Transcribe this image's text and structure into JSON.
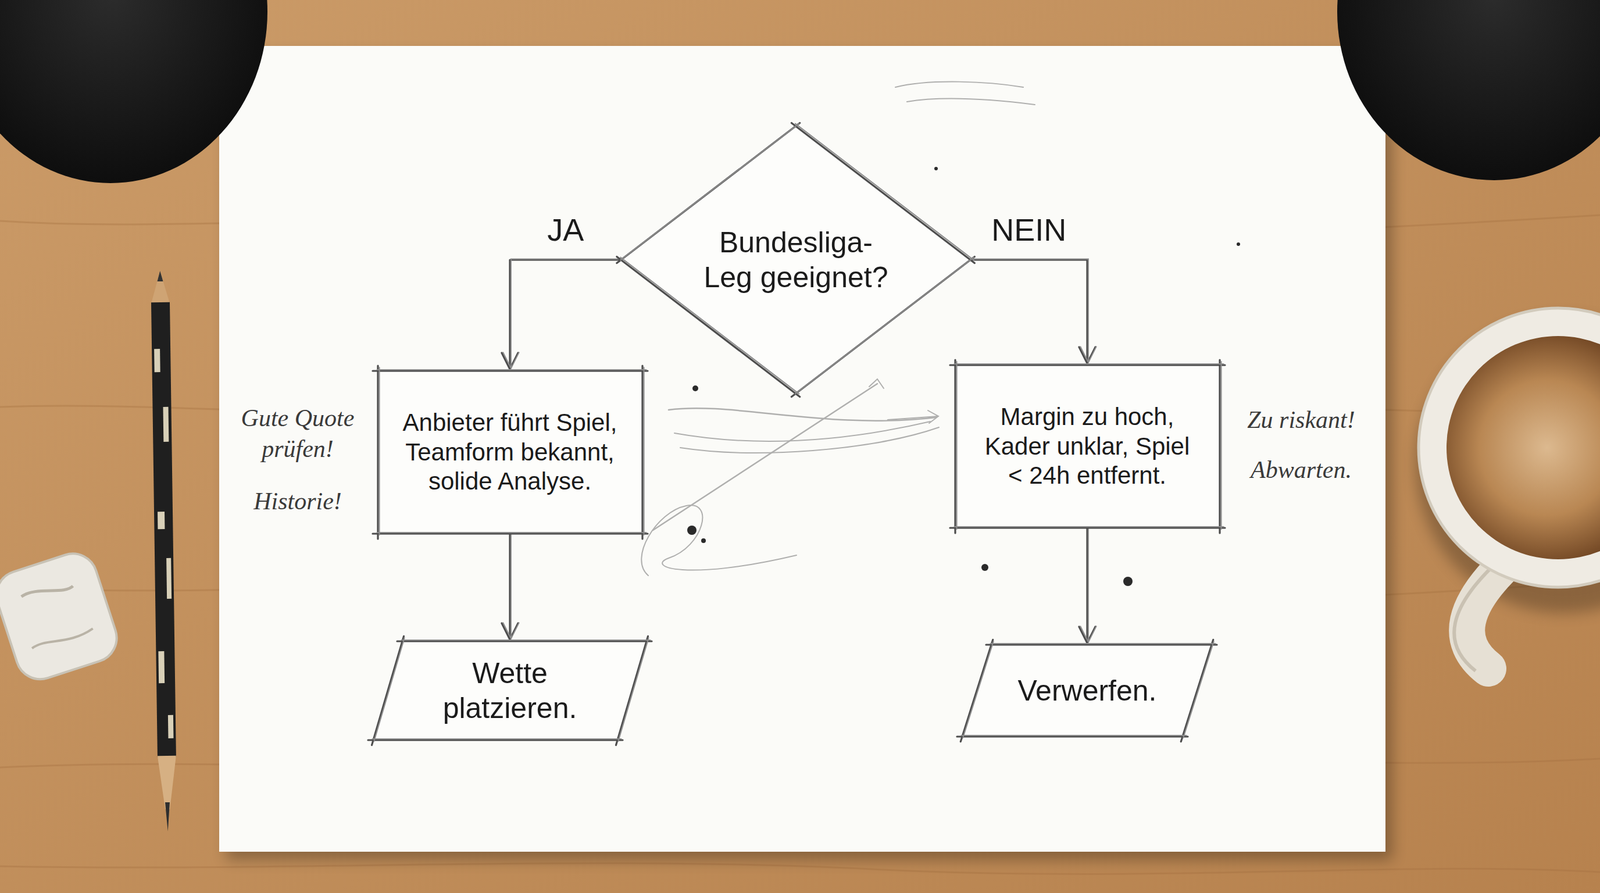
{
  "diagram": {
    "nodes": [
      {
        "text": [
          "Bundesliga-Leg geeignet?"
        ]
      },
      {
        "text": [
          "Anbieter führt Spiel, Teamform bekannt, solide Analyse."
        ]
      },
      {
        "text": [
          "Margin zu hoch, Kader unklar, Spiel < 24h entfernt."
        ]
      },
      {
        "text": [
          "Wette platzieren."
        ]
      },
      {
        "text": [
          "Verwerfen."
        ]
      }
    ],
    "edges": [
      {
        "from": 0,
        "to": 1,
        "arrow": "to",
        "label": "JA"
      },
      {
        "from": 0,
        "to": 2,
        "arrow": "to",
        "label": "NEIN"
      },
      {
        "from": 1,
        "to": 3,
        "arrow": "to"
      },
      {
        "from": 2,
        "to": 4,
        "arrow": "to"
      }
    ],
    "labels": [
      "Gute Quote prüfen!",
      "Historie!",
      "Zu riskant!",
      "Abwarten."
    ]
  }
}
